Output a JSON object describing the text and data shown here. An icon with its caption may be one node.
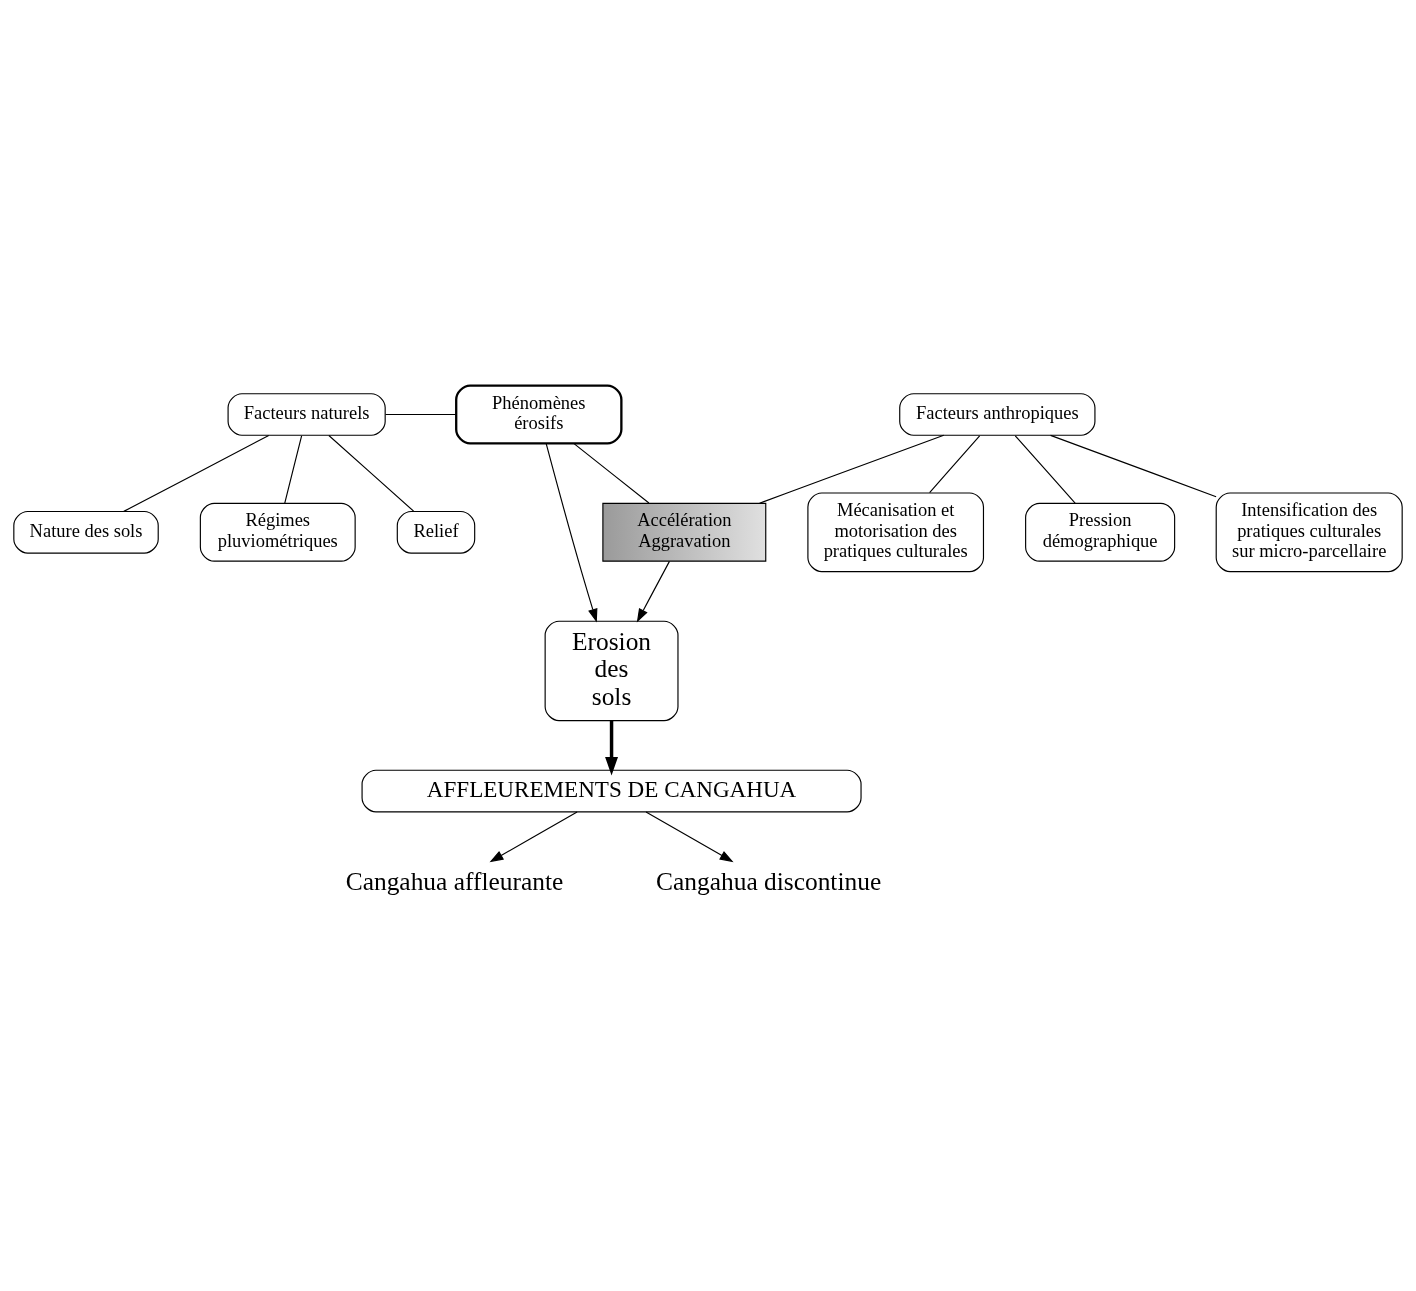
{
  "diagram": {
    "nodes": [
      {
        "text": [
          "Facteurs naturels"
        ]
      },
      {
        "text": [
          "Phénomènes érosifs"
        ]
      },
      {
        "text": [
          "Facteurs anthropiques"
        ]
      },
      {
        "text": [
          "Nature des sols"
        ]
      },
      {
        "text": [
          "Régimes pluviométriques"
        ]
      },
      {
        "text": [
          "Relief"
        ]
      },
      {
        "text": [
          "Accélération Aggravation"
        ]
      },
      {
        "text": [
          "Mécanisation et motorisation des pratiques culturales"
        ]
      },
      {
        "text": [
          "Pression démographique"
        ]
      },
      {
        "text": [
          "Intensification des pratiques culturales sur micro-parcellaire"
        ]
      },
      {
        "text": [
          "Erosion des sols"
        ]
      },
      {
        "text": [
          "AFFLEUREMENTS DE CANGAHUA"
        ]
      },
      {
        "text": [
          "Cangahua affleurante"
        ]
      },
      {
        "text": [
          "Cangahua discontinue"
        ]
      }
    ],
    "edges": [
      {
        "from": 0,
        "to": 1,
        "arrow": "none"
      },
      {
        "from": 0,
        "to": 3,
        "arrow": "none"
      },
      {
        "from": 0,
        "to": 4,
        "arrow": "none"
      },
      {
        "from": 0,
        "to": 5,
        "arrow": "none"
      },
      {
        "from": 2,
        "to": 6,
        "arrow": "none"
      },
      {
        "from": 2,
        "to": 7,
        "arrow": "none"
      },
      {
        "from": 2,
        "to": 8,
        "arrow": "none"
      },
      {
        "from": 2,
        "to": 9,
        "arrow": "none"
      },
      {
        "from": 1,
        "to": 6,
        "arrow": "none"
      },
      {
        "from": 1,
        "to": 10,
        "arrow": "to"
      },
      {
        "from": 6,
        "to": 10,
        "arrow": "to"
      },
      {
        "from": 10,
        "to": 11,
        "arrow": "to",
        "style": "thick"
      },
      {
        "from": 11,
        "to": 12,
        "arrow": "to"
      },
      {
        "from": 11,
        "to": 13,
        "arrow": "to"
      }
    ]
  }
}
